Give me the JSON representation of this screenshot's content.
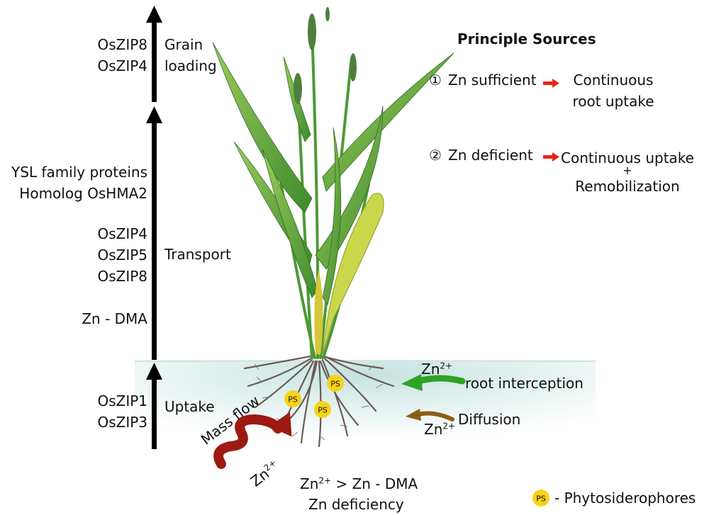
{
  "stages": {
    "grain": {
      "genes": [
        "OsZIP8",
        "OsZIP4"
      ],
      "label_line1": "Grain",
      "label_line2": "loading"
    },
    "transport": {
      "ysl_line1": "YSL family proteins",
      "ysl_line2": "Homolog OsHMA2",
      "genes": [
        "OsZIP4",
        "OsZIP5",
        "OsZIP8"
      ],
      "complex": "Zn - DMA",
      "label": "Transport"
    },
    "uptake": {
      "genes": [
        "OsZIP1",
        "OsZIP3"
      ],
      "label": "Uptake"
    }
  },
  "sources": {
    "heading": "Principle Sources",
    "items": [
      {
        "marker": "①",
        "condition": "Zn sufficient",
        "result_line1": "Continuous",
        "result_line2": "root uptake"
      },
      {
        "marker": "②",
        "condition": "Zn deficient",
        "result_line1": "Continuous uptake",
        "result_plus": "+",
        "result_line2": "Remobilization"
      }
    ]
  },
  "root_zone": {
    "ion_base": "Zn",
    "ion_charge": "2+",
    "interception": "root interception",
    "diffusion": "Diffusion",
    "mass_flow": "Mass flow",
    "ps_badge": "PS"
  },
  "bottom": {
    "relation_rest": " > Zn - DMA",
    "deficiency": "Zn deficiency"
  },
  "legend": {
    "badge": "PS",
    "text": "- Phytosiderophores"
  },
  "colors": {
    "arrow": "#000000",
    "red_arrow": "#e8261c",
    "interception_arrow": "#2fa324",
    "diffusion_arrow": "#8b5e14",
    "mass_flow_arrow": "#9c1a12",
    "ps_fill": "#f7d21a",
    "leaf_green": "#5aa83a",
    "soil_tint": "#bfe0dc"
  }
}
